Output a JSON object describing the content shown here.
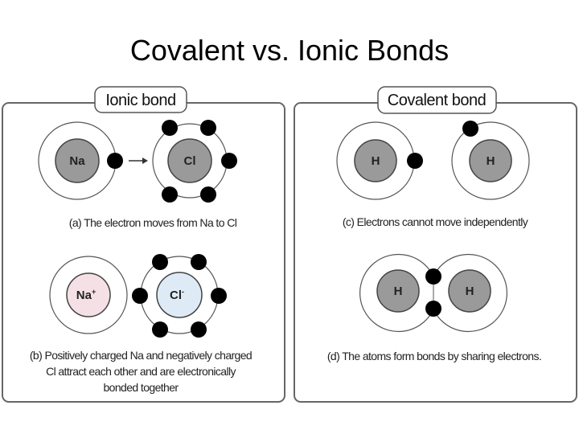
{
  "slide": {
    "title": "Covalent vs. Ionic Bonds"
  },
  "ionic": {
    "label": "Ionic bond",
    "atom_na": "Na",
    "atom_cl": "Cl",
    "caption_a": "(a) The electron moves from Na to Cl",
    "ion_na": "Na",
    "ion_na_charge": "+",
    "ion_cl": "Cl",
    "ion_cl_charge": "-",
    "caption_b": [
      "(b) Positively charged Na and negatively charged",
      "Cl attract each other and are electronically",
      "bonded together"
    ]
  },
  "covalent": {
    "label": "Covalent bond",
    "atom_h": "H",
    "caption_c": "(c) Electrons cannot move independently",
    "caption_d": "(d) The atoms form bonds by sharing electrons."
  },
  "colors": {
    "nucleus": "#9a9a9a",
    "na_ion": "#f4e0e5",
    "cl_ion": "#deebf6",
    "electron": "#000000",
    "panel_border": "#666666"
  }
}
